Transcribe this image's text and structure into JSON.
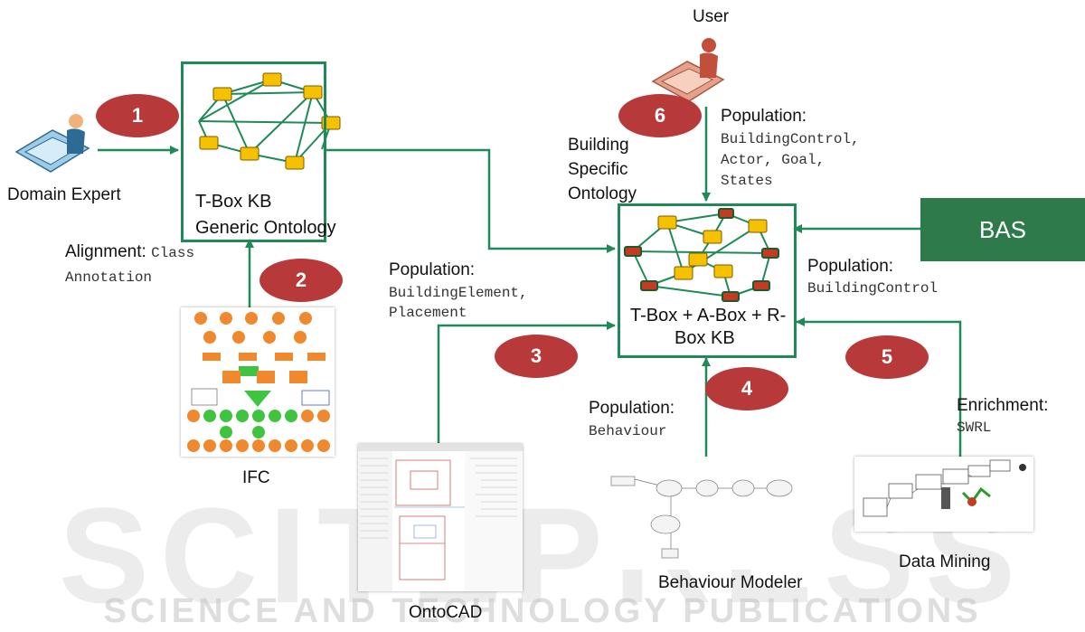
{
  "colors": {
    "arrow": "#1f8a57",
    "node_yellow": "#f6c100",
    "node_red": "#c23b22",
    "badge": "#b8393a",
    "bas": "#2f7a4a"
  },
  "badges": [
    "1",
    "2",
    "3",
    "4",
    "5",
    "6"
  ],
  "labels": {
    "user": "User",
    "domain_expert": "Domain Expert",
    "tbox_line1": "T-Box KB",
    "tbox_line2": "Generic Ontology",
    "building_specific_1": "Building",
    "building_specific_2": "Specific",
    "building_specific_3": "Ontology",
    "kb_line1": "T-Box + A-Box + R-",
    "kb_line2": "Box KB",
    "bas": "BAS",
    "ifc": "IFC",
    "ontocad": "OntoCAD",
    "behaviour_modeler": "Behaviour Modeler",
    "data_mining": "Data Mining"
  },
  "annotations": {
    "alignment_prefix": "Alignment:",
    "alignment_code_1": "Class",
    "alignment_code_2": "Annotation",
    "pop_user_title": "Population:",
    "pop_user_code_1": "BuildingControl,",
    "pop_user_code_2": "Actor, Goal,",
    "pop_user_code_3": "States",
    "pop_be_title": "Population:",
    "pop_be_code_1": "BuildingElement,",
    "pop_be_code_2": "Placement",
    "pop_bas_title": "Population:",
    "pop_bas_code": "BuildingControl",
    "pop_beh_title": "Population:",
    "pop_beh_code": "Behaviour",
    "enrich_title": "Enrichment:",
    "enrich_code": "SWRL"
  },
  "watermark": {
    "big": "SCITEPRESS",
    "small": "SCIENCE AND TECHNOLOGY PUBLICATIONS"
  },
  "icons": [
    "user-at-desk-icon",
    "domain-expert-at-desk-icon"
  ]
}
